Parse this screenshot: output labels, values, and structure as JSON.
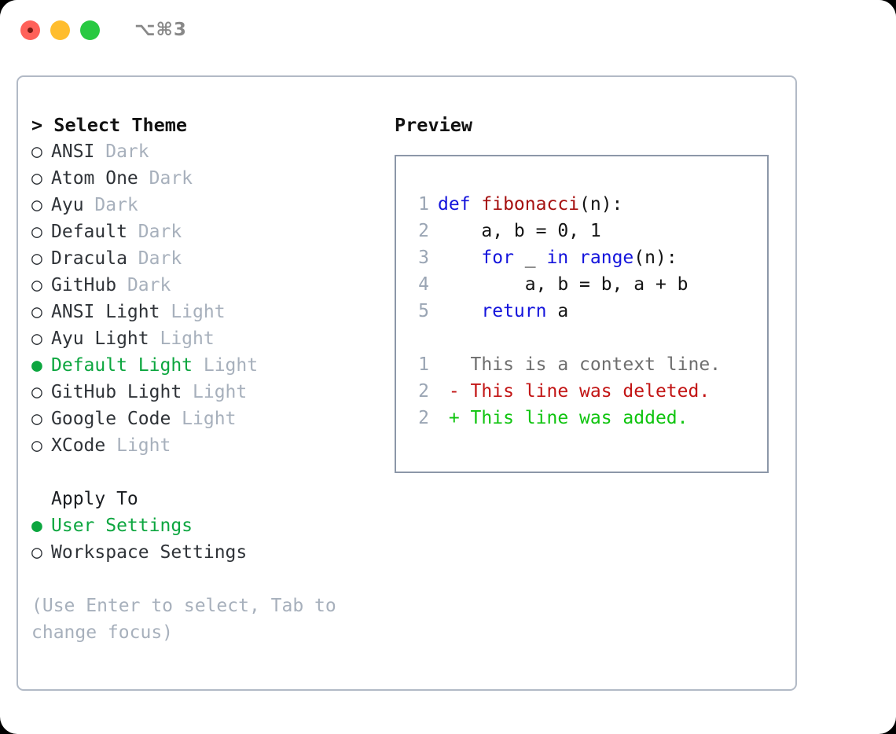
{
  "window": {
    "shortcut": "⌥⌘3",
    "traffic_lights": [
      "close-light",
      "minimize-light",
      "maximize-light"
    ],
    "accent_green": "#0CA63F",
    "muted_gray": "#A7B0BC",
    "border_color": "#B2BAC6"
  },
  "theme_panel": {
    "heading": "> Select Theme",
    "selected_theme": "Default Light",
    "themes": [
      {
        "bullet": "○",
        "name": "ANSI",
        "tag": "Dark",
        "selected": false
      },
      {
        "bullet": "○",
        "name": "Atom One",
        "tag": "Dark",
        "selected": false
      },
      {
        "bullet": "○",
        "name": "Ayu",
        "tag": "Dark",
        "selected": false
      },
      {
        "bullet": "○",
        "name": "Default",
        "tag": "Dark",
        "selected": false
      },
      {
        "bullet": "○",
        "name": "Dracula",
        "tag": "Dark",
        "selected": false
      },
      {
        "bullet": "○",
        "name": "GitHub",
        "tag": "Dark",
        "selected": false
      },
      {
        "bullet": "○",
        "name": "ANSI Light",
        "tag": "Light",
        "selected": false
      },
      {
        "bullet": "○",
        "name": "Ayu Light",
        "tag": "Light",
        "selected": false
      },
      {
        "bullet": "●",
        "name": "Default Light",
        "tag": "Light",
        "selected": true
      },
      {
        "bullet": "○",
        "name": "GitHub Light",
        "tag": "Light",
        "selected": false
      },
      {
        "bullet": "○",
        "name": "Google Code",
        "tag": "Light",
        "selected": false
      },
      {
        "bullet": "○",
        "name": "XCode",
        "tag": "Light",
        "selected": false
      }
    ]
  },
  "apply_to": {
    "title": "Apply To",
    "selected_option": "User Settings",
    "options": [
      {
        "bullet": "●",
        "name": "User Settings",
        "selected": true
      },
      {
        "bullet": "○",
        "name": "Workspace Settings",
        "selected": false
      }
    ]
  },
  "hint": "(Use Enter to select, Tab to change focus)",
  "preview": {
    "title": "Preview",
    "code": {
      "language": "python",
      "lines": [
        {
          "no": "1",
          "tokens": [
            {
              "t": "def ",
              "k": "kw"
            },
            {
              "t": "fibonacci",
              "k": "fn"
            },
            {
              "t": "(n):",
              "k": "plain"
            }
          ]
        },
        {
          "no": "2",
          "tokens": [
            {
              "t": "    a, b = 0, 1",
              "k": "plain"
            }
          ]
        },
        {
          "no": "3",
          "tokens": [
            {
              "t": "    ",
              "k": "plain"
            },
            {
              "t": "for",
              "k": "kw"
            },
            {
              "t": " _ ",
              "k": "plain"
            },
            {
              "t": "in",
              "k": "kw"
            },
            {
              "t": " ",
              "k": "plain"
            },
            {
              "t": "range",
              "k": "kw"
            },
            {
              "t": "(n):",
              "k": "plain"
            }
          ]
        },
        {
          "no": "4",
          "tokens": [
            {
              "t": "        a, b = b, a + b",
              "k": "plain"
            }
          ]
        },
        {
          "no": "5",
          "tokens": [
            {
              "t": "    ",
              "k": "plain"
            },
            {
              "t": "return",
              "k": "kw"
            },
            {
              "t": " a",
              "k": "plain"
            }
          ]
        }
      ]
    },
    "diff": {
      "lines": [
        {
          "no": "1",
          "marker": " ",
          "text": "This is a context line.",
          "kind": "ctx"
        },
        {
          "no": "2",
          "marker": "-",
          "text": "This line was deleted.",
          "kind": "del"
        },
        {
          "no": "2",
          "marker": "+",
          "text": "This line was added.",
          "kind": "add"
        }
      ]
    }
  }
}
